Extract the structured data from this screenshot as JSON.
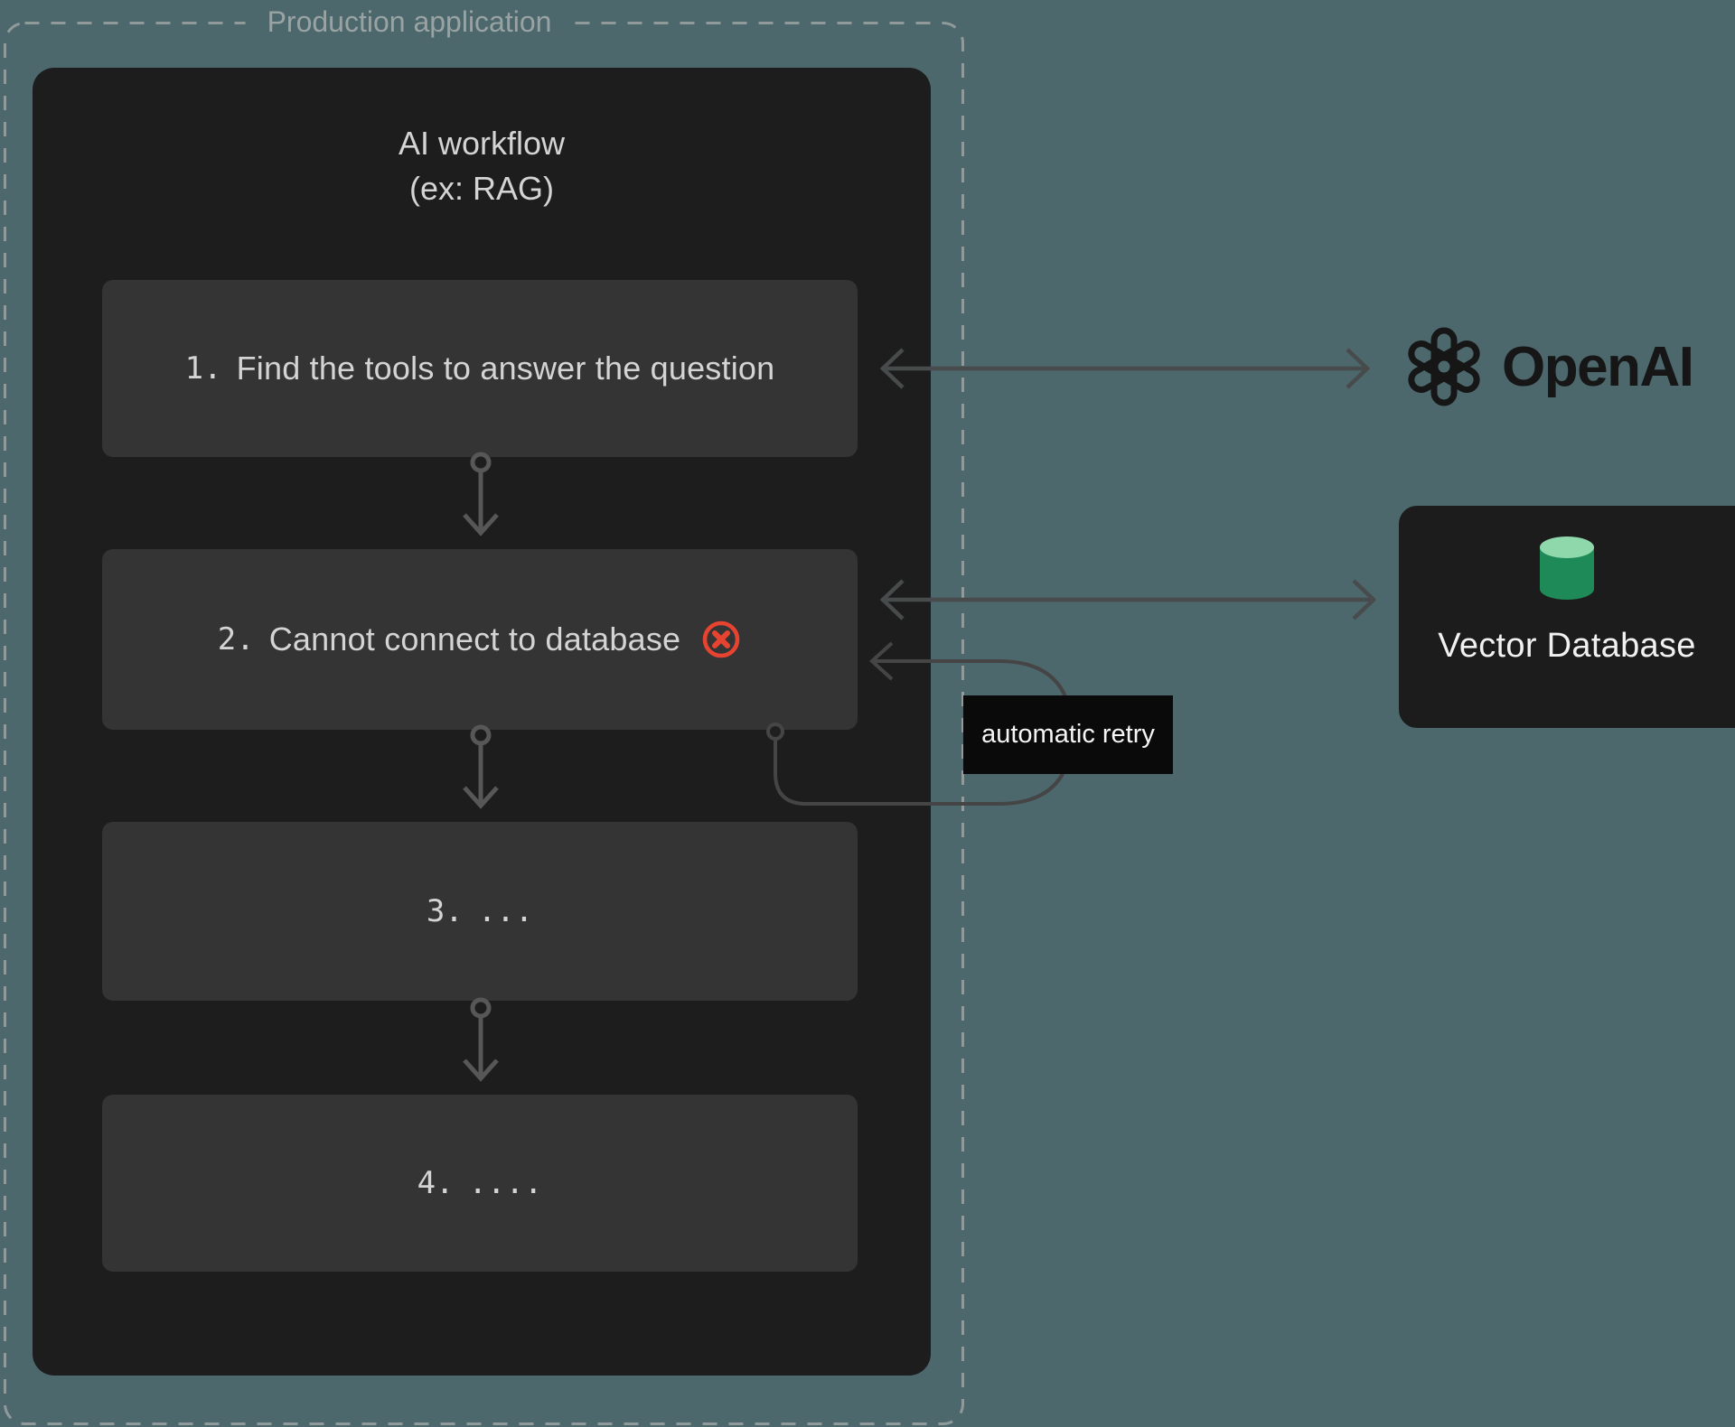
{
  "production_box": {
    "label": "Production application"
  },
  "workflow": {
    "title_line1": "AI workflow",
    "title_line2": "(ex: RAG)",
    "steps": [
      {
        "number": "1.",
        "label": "Find the tools to answer the question"
      },
      {
        "number": "2.",
        "label": "Cannot connect to database"
      },
      {
        "number": "3.",
        "label": "..."
      },
      {
        "number": "4.",
        "label": "...."
      }
    ]
  },
  "annotations": {
    "retry_label": "automatic retry"
  },
  "services": {
    "openai": {
      "name": "OpenAI"
    },
    "vector_db": {
      "label": "Vector Database"
    }
  },
  "colors": {
    "background_teal": "#4d686c",
    "panel_dark": "#1d1d1d",
    "step_gray": "#343434",
    "error_red": "#e64430",
    "db_green": "#1d8a57",
    "db_green_light": "#8fd8ab",
    "dashed_border_gray": "#909a9a",
    "arrow_gray": "#4f5354"
  }
}
